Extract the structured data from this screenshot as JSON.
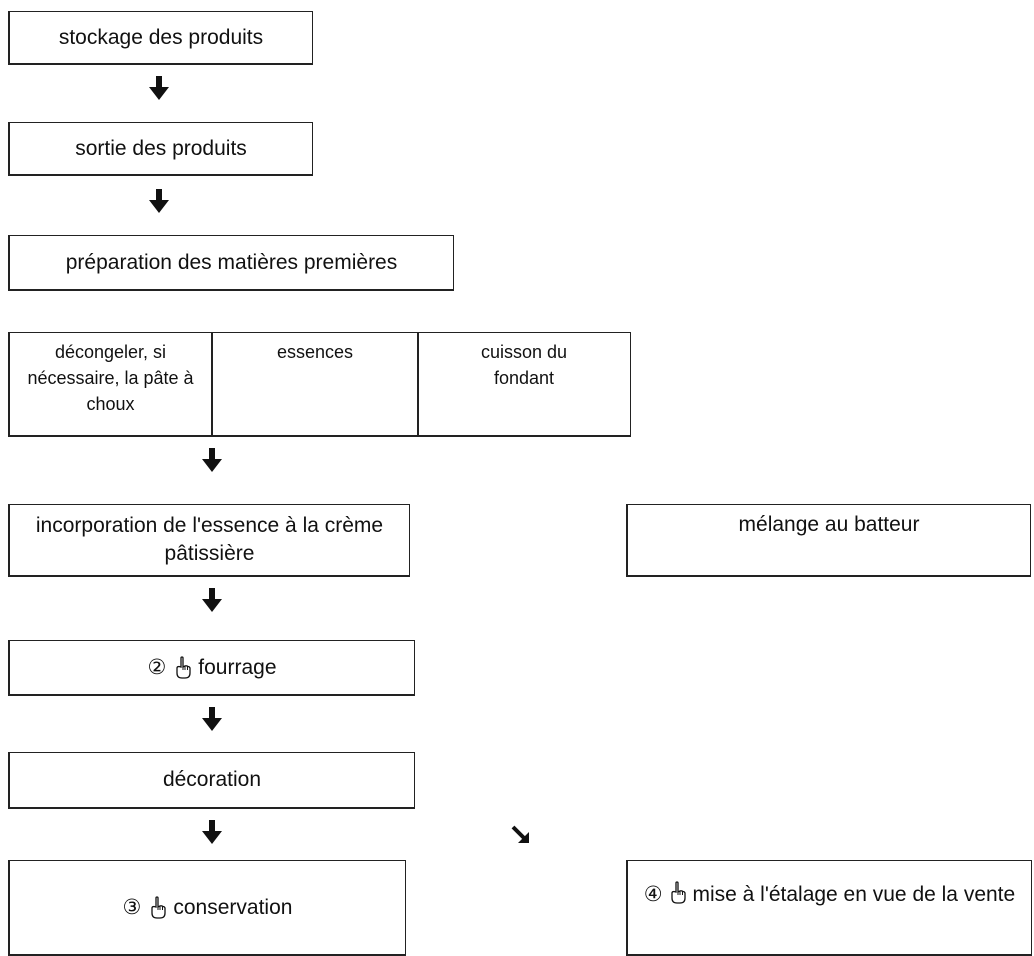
{
  "steps": {
    "storage": "stockage des produits",
    "release": "sortie des produits",
    "preparation": "préparation des matières premières",
    "incorporation": "incorporation de l'essence à la crème pâtissière",
    "mixing": "mélange au batteur",
    "filling": {
      "number": "②",
      "label": "fourrage"
    },
    "decoration": "décoration",
    "conservation": {
      "number": "③",
      "label": "conservation"
    },
    "display": {
      "number": "④",
      "label": "mise à l'étalage en vue de la vente"
    }
  },
  "preparation_table": {
    "cells": [
      "décongeler, si nécessaire, la pâte à choux",
      "essences",
      "cuisson du fondant"
    ]
  },
  "icons": {
    "critical_point": "pointing-hand-icon",
    "flow": "arrow-down-icon",
    "flow_diagonal": "arrow-down-right-icon"
  }
}
